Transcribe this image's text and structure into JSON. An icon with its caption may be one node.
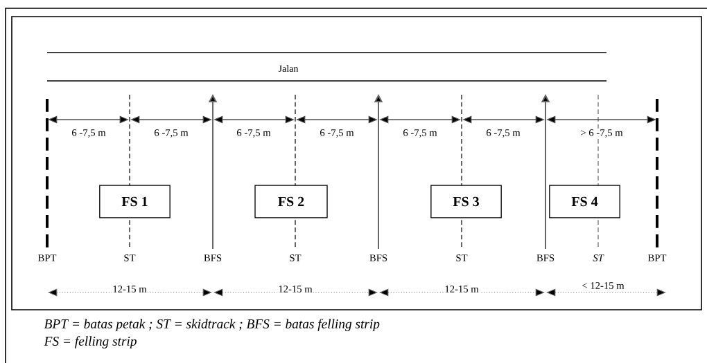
{
  "diagram": {
    "nodes": [
      {
        "text": [
          "FS 1"
        ]
      },
      {
        "text": [
          "FS 2"
        ]
      },
      {
        "text": [
          "FS 3"
        ]
      },
      {
        "text": [
          "FS 4"
        ]
      }
    ],
    "labels": [
      "Jalan",
      "6 -7,5 m",
      "6 -7,5 m",
      "6 -7,5 m",
      "6 -7,5 m",
      "6 -7,5 m",
      "6 -7,5 m",
      "> 6 -7,5 m",
      "BPT",
      "ST",
      "BFS",
      "ST",
      "BFS",
      "ST",
      "BFS",
      "ST",
      "BPT",
      "12-15 m",
      "12-15 m",
      "12-15 m",
      "< 12-15 m",
      "BPT = batas petak ; ST = skidtrack ; BFS = batas felling strip",
      "FS = felling strip"
    ]
  }
}
